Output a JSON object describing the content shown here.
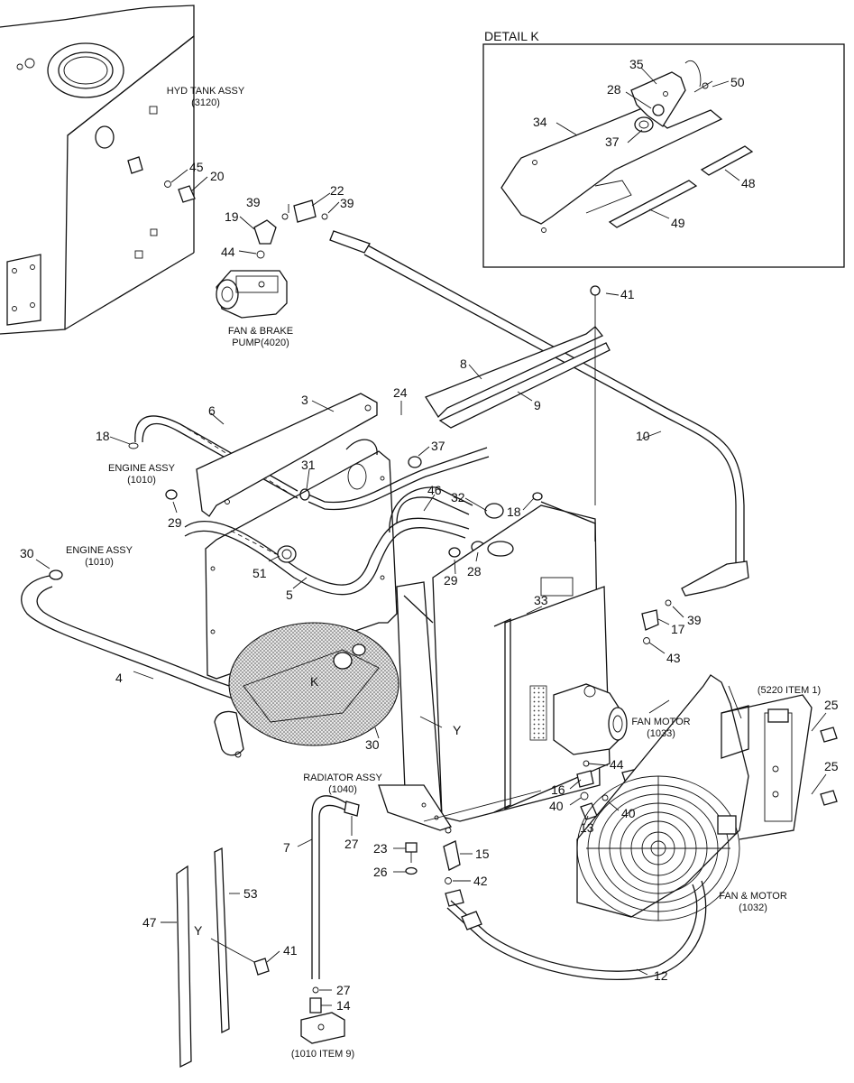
{
  "detail_title": "DETAIL K",
  "notes": [
    {
      "id": "hyd-tank",
      "lines": [
        "HYD TANK ASSY",
        "(3120)"
      ]
    },
    {
      "id": "fan-brake-pump",
      "lines": [
        "FAN & BRAKE",
        "PUMP(4020)"
      ]
    },
    {
      "id": "engine-assy-1",
      "lines": [
        "ENGINE ASSY",
        "(1010)"
      ]
    },
    {
      "id": "engine-assy-2",
      "lines": [
        "ENGINE ASSY",
        "(1010)"
      ]
    },
    {
      "id": "radiator-assy",
      "lines": [
        "RADIATOR ASSY",
        "(1040)"
      ]
    },
    {
      "id": "fan-motor",
      "lines": [
        "FAN MOTOR",
        "(1033)"
      ]
    },
    {
      "id": "item-5220",
      "lines": [
        "(5220 ITEM 1)"
      ]
    },
    {
      "id": "fan-and-motor",
      "lines": [
        "FAN & MOTOR",
        "(1032)"
      ]
    },
    {
      "id": "item-1010-9",
      "lines": [
        "(1010 ITEM 9)"
      ]
    }
  ],
  "callouts": [
    {
      "id": "c35",
      "label": "35"
    },
    {
      "id": "c50",
      "label": "50"
    },
    {
      "id": "c28k",
      "label": "28"
    },
    {
      "id": "c34",
      "label": "34"
    },
    {
      "id": "c37k",
      "label": "37"
    },
    {
      "id": "c48",
      "label": "48"
    },
    {
      "id": "c49",
      "label": "49"
    },
    {
      "id": "c45",
      "label": "45"
    },
    {
      "id": "c20",
      "label": "20"
    },
    {
      "id": "c22",
      "label": "22"
    },
    {
      "id": "c39a",
      "label": "39"
    },
    {
      "id": "c39b",
      "label": "39"
    },
    {
      "id": "c19",
      "label": "19"
    },
    {
      "id": "c44a",
      "label": "44"
    },
    {
      "id": "c41a",
      "label": "41"
    },
    {
      "id": "c8",
      "label": "8"
    },
    {
      "id": "c9",
      "label": "9"
    },
    {
      "id": "c3",
      "label": "3"
    },
    {
      "id": "c24",
      "label": "24"
    },
    {
      "id": "c6",
      "label": "6"
    },
    {
      "id": "c10",
      "label": "10"
    },
    {
      "id": "c18a",
      "label": "18"
    },
    {
      "id": "c37",
      "label": "37"
    },
    {
      "id": "c31",
      "label": "31"
    },
    {
      "id": "c46",
      "label": "46"
    },
    {
      "id": "c32",
      "label": "32"
    },
    {
      "id": "c18b",
      "label": "18"
    },
    {
      "id": "c29a",
      "label": "29"
    },
    {
      "id": "c30a",
      "label": "30"
    },
    {
      "id": "c51",
      "label": "51"
    },
    {
      "id": "c29b",
      "label": "29"
    },
    {
      "id": "c28",
      "label": "28"
    },
    {
      "id": "c5",
      "label": "5"
    },
    {
      "id": "c33",
      "label": "33"
    },
    {
      "id": "c17",
      "label": "17"
    },
    {
      "id": "c39c",
      "label": "39"
    },
    {
      "id": "c43",
      "label": "43"
    },
    {
      "id": "c4",
      "label": "4"
    },
    {
      "id": "cK",
      "label": "K"
    },
    {
      "id": "cY1",
      "label": "Y"
    },
    {
      "id": "c30b",
      "label": "30"
    },
    {
      "id": "c25a",
      "label": "25"
    },
    {
      "id": "c25b",
      "label": "25"
    },
    {
      "id": "c44b",
      "label": "44"
    },
    {
      "id": "c16",
      "label": "16"
    },
    {
      "id": "c40a",
      "label": "40"
    },
    {
      "id": "c40b",
      "label": "40"
    },
    {
      "id": "c13",
      "label": "13"
    },
    {
      "id": "c7",
      "label": "7"
    },
    {
      "id": "c27a",
      "label": "27"
    },
    {
      "id": "c23",
      "label": "23"
    },
    {
      "id": "c15",
      "label": "15"
    },
    {
      "id": "c26",
      "label": "26"
    },
    {
      "id": "c42",
      "label": "42"
    },
    {
      "id": "c53",
      "label": "53"
    },
    {
      "id": "c47",
      "label": "47"
    },
    {
      "id": "cY2",
      "label": "Y"
    },
    {
      "id": "c41b",
      "label": "41"
    },
    {
      "id": "c12",
      "label": "12"
    },
    {
      "id": "c27b",
      "label": "27"
    },
    {
      "id": "c14",
      "label": "14"
    }
  ]
}
